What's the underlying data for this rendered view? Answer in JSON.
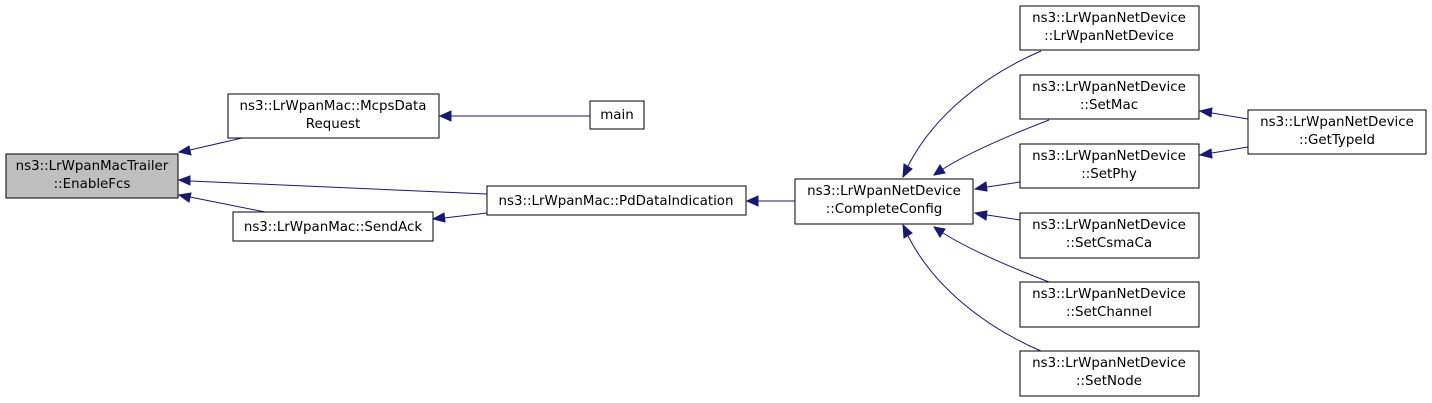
{
  "nodes": {
    "enable_fcs": [
      "ns3::LrWpanMacTrailer",
      "::EnableFcs"
    ],
    "mcps_data_request": [
      "ns3::LrWpanMac::McpsData",
      "Request"
    ],
    "send_ack": [
      "ns3::LrWpanMac::SendAck"
    ],
    "pd_data_indication": [
      "ns3::LrWpanMac::PdDataIndication"
    ],
    "main": [
      "main"
    ],
    "complete_config": [
      "ns3::LrWpanNetDevice",
      "::CompleteConfig"
    ],
    "ctor": [
      "ns3::LrWpanNetDevice",
      "::LrWpanNetDevice"
    ],
    "set_mac": [
      "ns3::LrWpanNetDevice",
      "::SetMac"
    ],
    "set_phy": [
      "ns3::LrWpanNetDevice",
      "::SetPhy"
    ],
    "set_csma_ca": [
      "ns3::LrWpanNetDevice",
      "::SetCsmaCa"
    ],
    "set_channel": [
      "ns3::LrWpanNetDevice",
      "::SetChannel"
    ],
    "set_node": [
      "ns3::LrWpanNetDevice",
      "::SetNode"
    ],
    "get_type_id": [
      "ns3::LrWpanNetDevice",
      "::GetTypeId"
    ]
  },
  "colors": {
    "edge": "#191970",
    "root_fill": "#bfbfbf",
    "node_fill": "#ffffff",
    "border": "#000000"
  }
}
